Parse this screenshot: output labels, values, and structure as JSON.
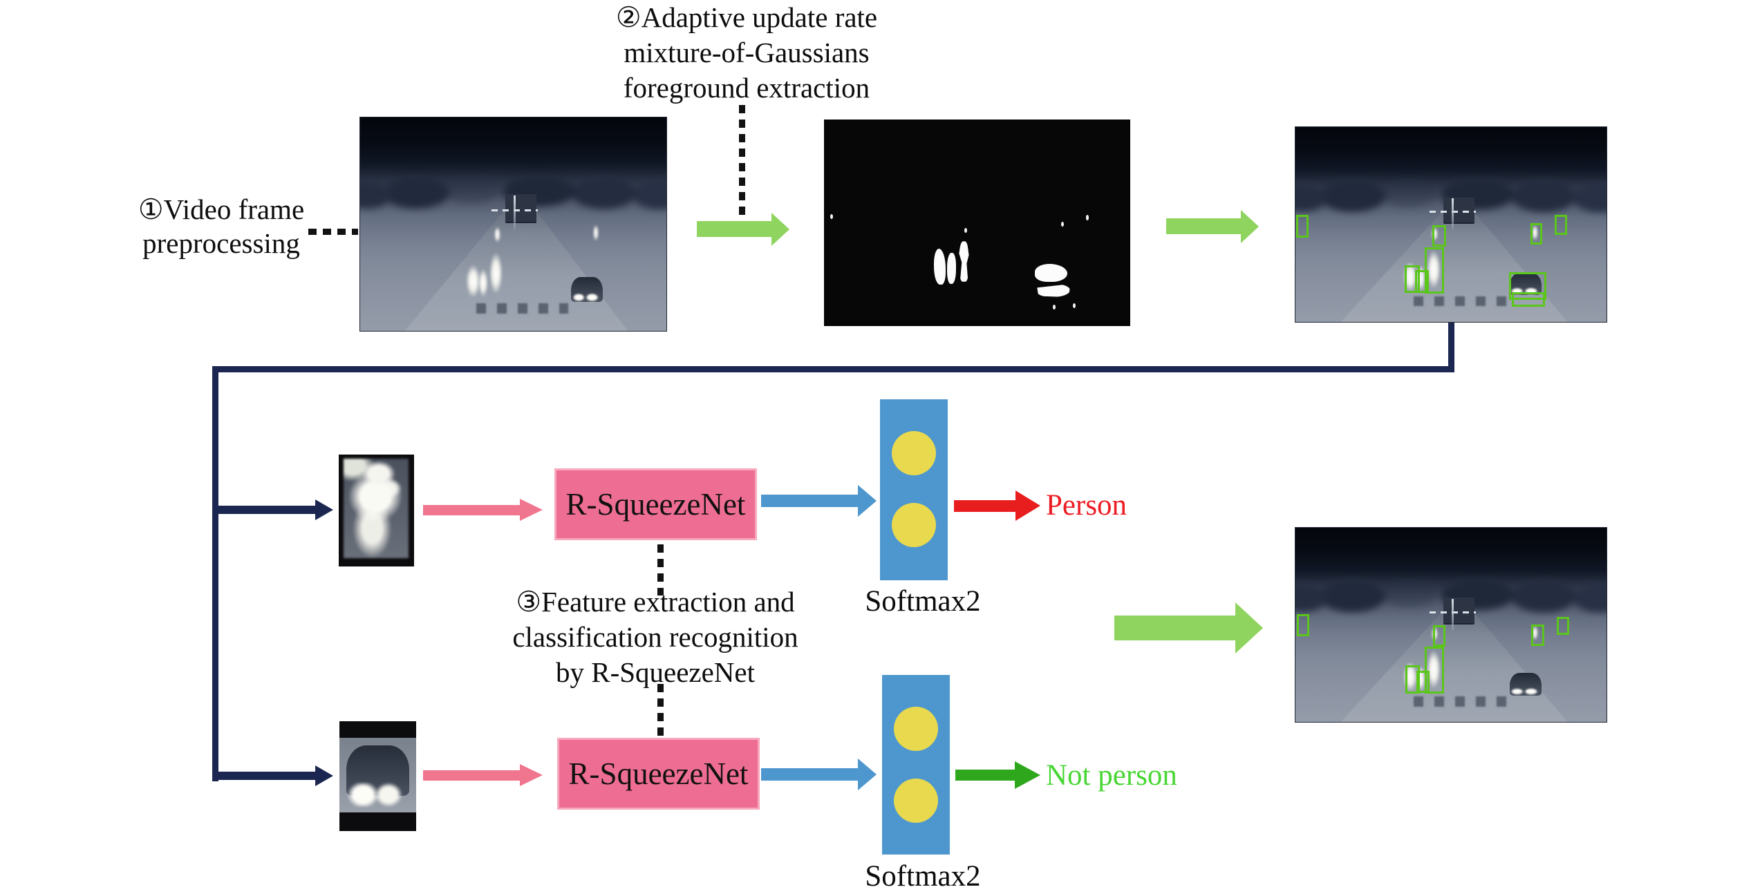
{
  "annotations": {
    "step1": {
      "line1": "①Video frame",
      "line2": "preprocessing"
    },
    "step2": {
      "line1": "②Adaptive update rate",
      "line2": "mixture-of-Gaussians",
      "line3": "foreground extraction"
    },
    "step3": {
      "line1": "③Feature extraction and",
      "line2": "classification recognition",
      "line3": "by R-SqueezeNet"
    }
  },
  "nodes": {
    "classifier_top": {
      "label": "R-SqueezeNet"
    },
    "classifier_bottom": {
      "label": "R-SqueezeNet"
    },
    "softmax_top": {
      "label": "Softmax2"
    },
    "softmax_bottom": {
      "label": "Softmax2"
    }
  },
  "results": {
    "person": {
      "label": "Person"
    },
    "not_person": {
      "label": "Not person"
    }
  },
  "colors": {
    "navy": "#1b2750",
    "light_green_arrow": "#8fd45f",
    "pink_box": "#ee6d93",
    "pink_box_border": "#f6a8bd",
    "pink_arrow": "#f0758f",
    "blue": "#4e97ce",
    "yellow_node": "#e8d94e",
    "red_arrow": "#e81d1d",
    "person_text": "#ed1c24",
    "green_arrow": "#2fa71d",
    "not_person_text": "#47d633",
    "detection_green": "#5bc61a"
  },
  "detections": {
    "frame3": [
      {
        "l": 0.2,
        "t": 45.0,
        "w": 2.8,
        "h": 9.6
      },
      {
        "l": 35.1,
        "t": 70.9,
        "w": 3.6,
        "h": 12.1
      },
      {
        "l": 38.4,
        "t": 73.4,
        "w": 3.2,
        "h": 9.6
      },
      {
        "l": 41.6,
        "t": 61.7,
        "w": 4.9,
        "h": 21.6
      },
      {
        "l": 43.9,
        "t": 50.4,
        "w": 3.2,
        "h": 8.9
      },
      {
        "l": 68.7,
        "t": 74.5,
        "w": 10.7,
        "h": 12.0
      },
      {
        "l": 69.5,
        "t": 84.6,
        "w": 9.4,
        "h": 5.5
      },
      {
        "l": 75.6,
        "t": 49.3,
        "w": 2.5,
        "h": 8.9
      },
      {
        "l": 83.3,
        "t": 45.0,
        "w": 2.7,
        "h": 8.2
      }
    ],
    "frame5": [
      {
        "l": 0.4,
        "t": 44.5,
        "w": 2.7,
        "h": 9.2
      },
      {
        "l": 35.3,
        "t": 70.8,
        "w": 3.4,
        "h": 12.5
      },
      {
        "l": 38.8,
        "t": 73.7,
        "w": 2.9,
        "h": 9.2
      },
      {
        "l": 41.6,
        "t": 61.2,
        "w": 4.9,
        "h": 22.1
      },
      {
        "l": 44.2,
        "t": 50.2,
        "w": 2.7,
        "h": 8.9
      },
      {
        "l": 75.8,
        "t": 49.8,
        "w": 2.9,
        "h": 8.9
      },
      {
        "l": 84.0,
        "t": 45.9,
        "w": 2.7,
        "h": 7.1
      }
    ]
  }
}
